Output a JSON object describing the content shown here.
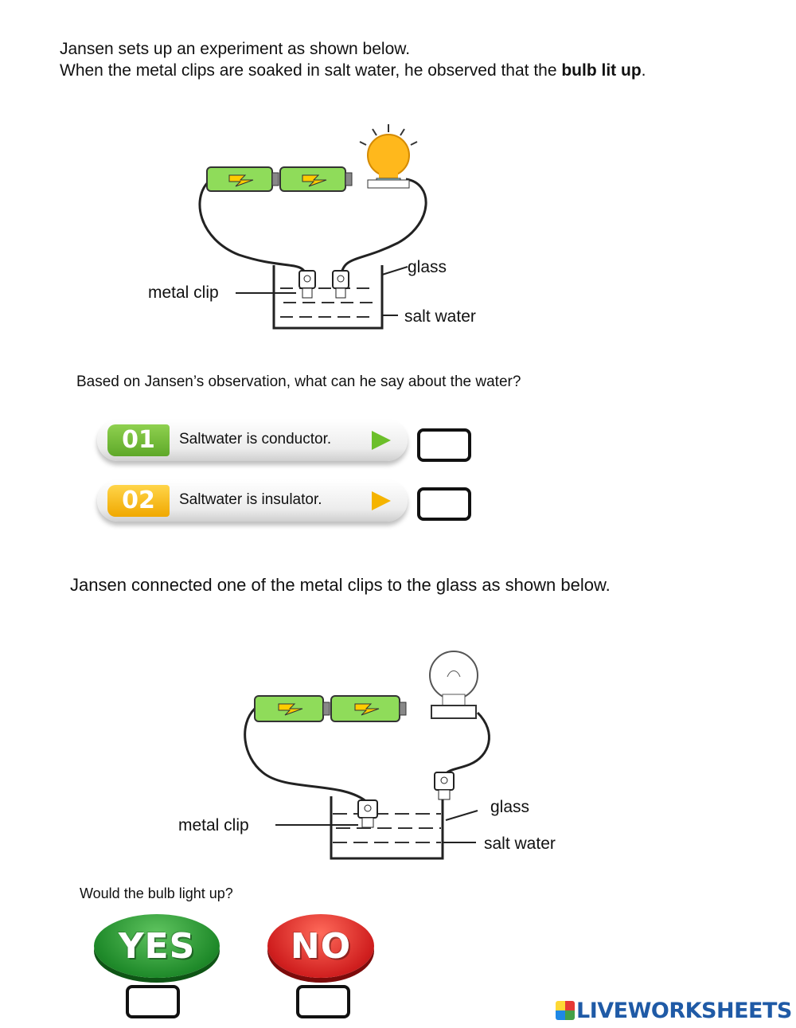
{
  "intro": {
    "line1": "Jansen sets up an experiment as shown below.",
    "line2_prefix": "When the metal clips are soaked in salt water, he observed that the ",
    "line2_bold": "bulb lit up",
    "line2_suffix": "."
  },
  "diagram1": {
    "labels": {
      "glass": "glass",
      "metal_clip": "metal clip",
      "salt_water": "salt water"
    }
  },
  "question1": {
    "text": "Based on Jansen’s observation, what can he say about the water?",
    "options": [
      {
        "number": "01",
        "text": "Saltwater is conductor.",
        "color": "#6cbf2a"
      },
      {
        "number": "02",
        "text": "Saltwater is insulator.",
        "color": "#f5b400"
      }
    ]
  },
  "section2": {
    "text": "Jansen connected one of the metal clips to the glass as shown below."
  },
  "diagram2": {
    "labels": {
      "glass": "glass",
      "metal_clip": "metal clip",
      "salt_water": "salt water"
    }
  },
  "question2": {
    "text": "Would the bulb light up?",
    "yes_label": "YES",
    "no_label": "NO"
  },
  "footer": {
    "brand": "LIVEWORKSHEETS",
    "brand_color": "#1f5aa6"
  }
}
